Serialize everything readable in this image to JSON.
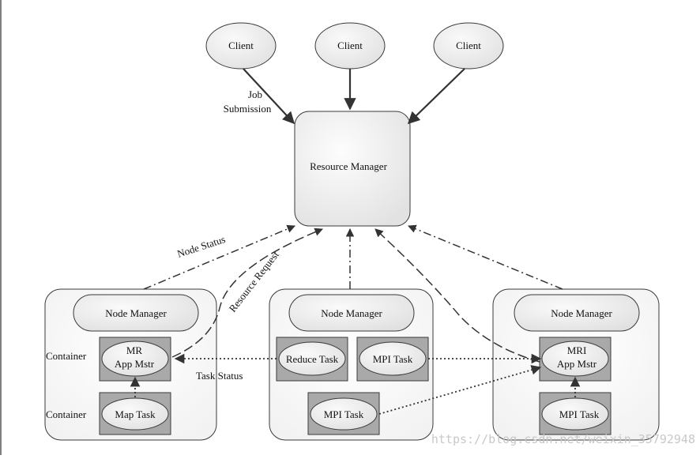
{
  "clients": [
    {
      "label": "Client"
    },
    {
      "label": "Client"
    },
    {
      "label": "Client"
    }
  ],
  "resource_manager": {
    "label": "Resource Manager"
  },
  "edge_labels": {
    "job_submission_line1": "Job",
    "job_submission_line2": "Submission",
    "node_status": "Node Status",
    "resource_request": "Resource Request",
    "task_status": "Task Status"
  },
  "nodes": [
    {
      "manager_label": "Node Manager",
      "container_label_1": "Container",
      "container_label_2": "Container",
      "app_master_line1": "MR",
      "app_master_line2": "App Mstr",
      "task_label": "Map Task"
    },
    {
      "manager_label": "Node Manager",
      "reduce_task_label": "Reduce Task",
      "mpi_task_label_1": "MPI Task",
      "mpi_task_label_2": "MPI Task"
    },
    {
      "manager_label": "Node Manager",
      "app_master_line1": "MRI",
      "app_master_line2": "App Mstr",
      "task_label": "MPI Task"
    }
  ],
  "watermark": "https://blog.csdn.net/weixin_35792948",
  "colors": {
    "rm_fill_light": "#fbfbfb",
    "rm_fill_dark": "#e4e4e4",
    "ellipse_fill": "#e9e9e9",
    "container_fill": "#a9a9a9",
    "stroke": "#3a3a3a"
  }
}
